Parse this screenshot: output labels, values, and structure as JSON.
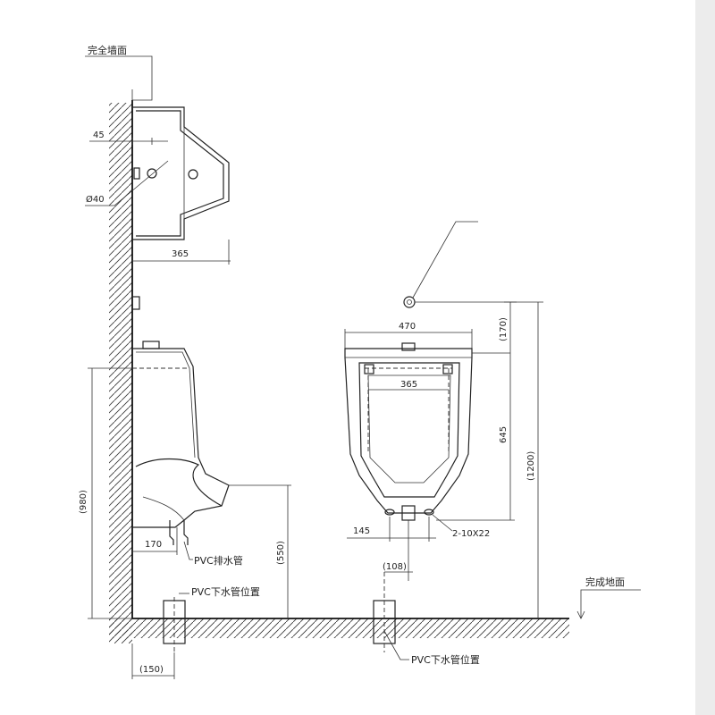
{
  "labels": {
    "wall_surface": "完全墙面",
    "floor_surface": "完成地面",
    "pvc_drain": "PVC排水管",
    "pvc_down_left": "PVC下水管位置",
    "pvc_down_right": "PVC下水管位置"
  },
  "dimensions": {
    "d45": "45",
    "d40": "Ø40",
    "d365_side": "365",
    "d980": "(980)",
    "d170_side": "170",
    "d550": "(550)",
    "d150": "(150)",
    "d470": "470",
    "d365_front": "365",
    "d170_front": "(170)",
    "d645": "645",
    "d1200": "(1200)",
    "d145": "145",
    "d2x10x22": "2-10X22",
    "d108": "(108)"
  }
}
